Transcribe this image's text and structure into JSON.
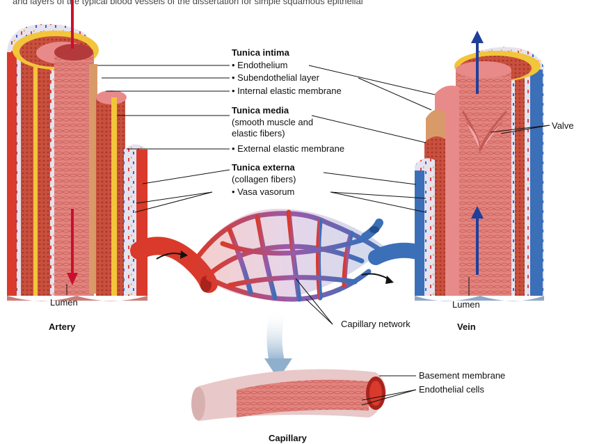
{
  "colors": {
    "artery_red": "#d93a2b",
    "artery_dark": "#a8231c",
    "muscle": "#c8503d",
    "intima_pink": "#e98a8a",
    "elastic_yellow": "#f2c53a",
    "externa_lavender": "#e6e2ee",
    "vein_blue": "#3b6fb8",
    "vein_dark": "#234f8e",
    "arrow_red": "#c8102e",
    "arrow_blue": "#1f3f99",
    "leader": "#111111"
  },
  "labels": {
    "top_caption": "and layers of the typical blood vessels of the dissertation for simple squamous epithelial",
    "tunica_intima": "Tunica intima",
    "endothelium": "• Endothelium",
    "subendothelial": "• Subendothelial layer",
    "internal_elastic": "• Internal elastic membrane",
    "tunica_media": "Tunica media",
    "media_desc_1": "(smooth muscle and",
    "media_desc_2": "elastic fibers)",
    "external_elastic": "• External elastic membrane",
    "tunica_externa": "Tunica externa",
    "externa_desc": "(collagen fibers)",
    "vasa_vasorum": "• Vasa vasorum",
    "valve": "Valve",
    "lumen_artery": "Lumen",
    "artery": "Artery",
    "lumen_vein": "Lumen",
    "vein": "Vein",
    "capillary_network": "Capillary network",
    "basement_membrane": "Basement membrane",
    "endothelial_cells": "Endothelial cells",
    "capillary": "Capillary"
  }
}
